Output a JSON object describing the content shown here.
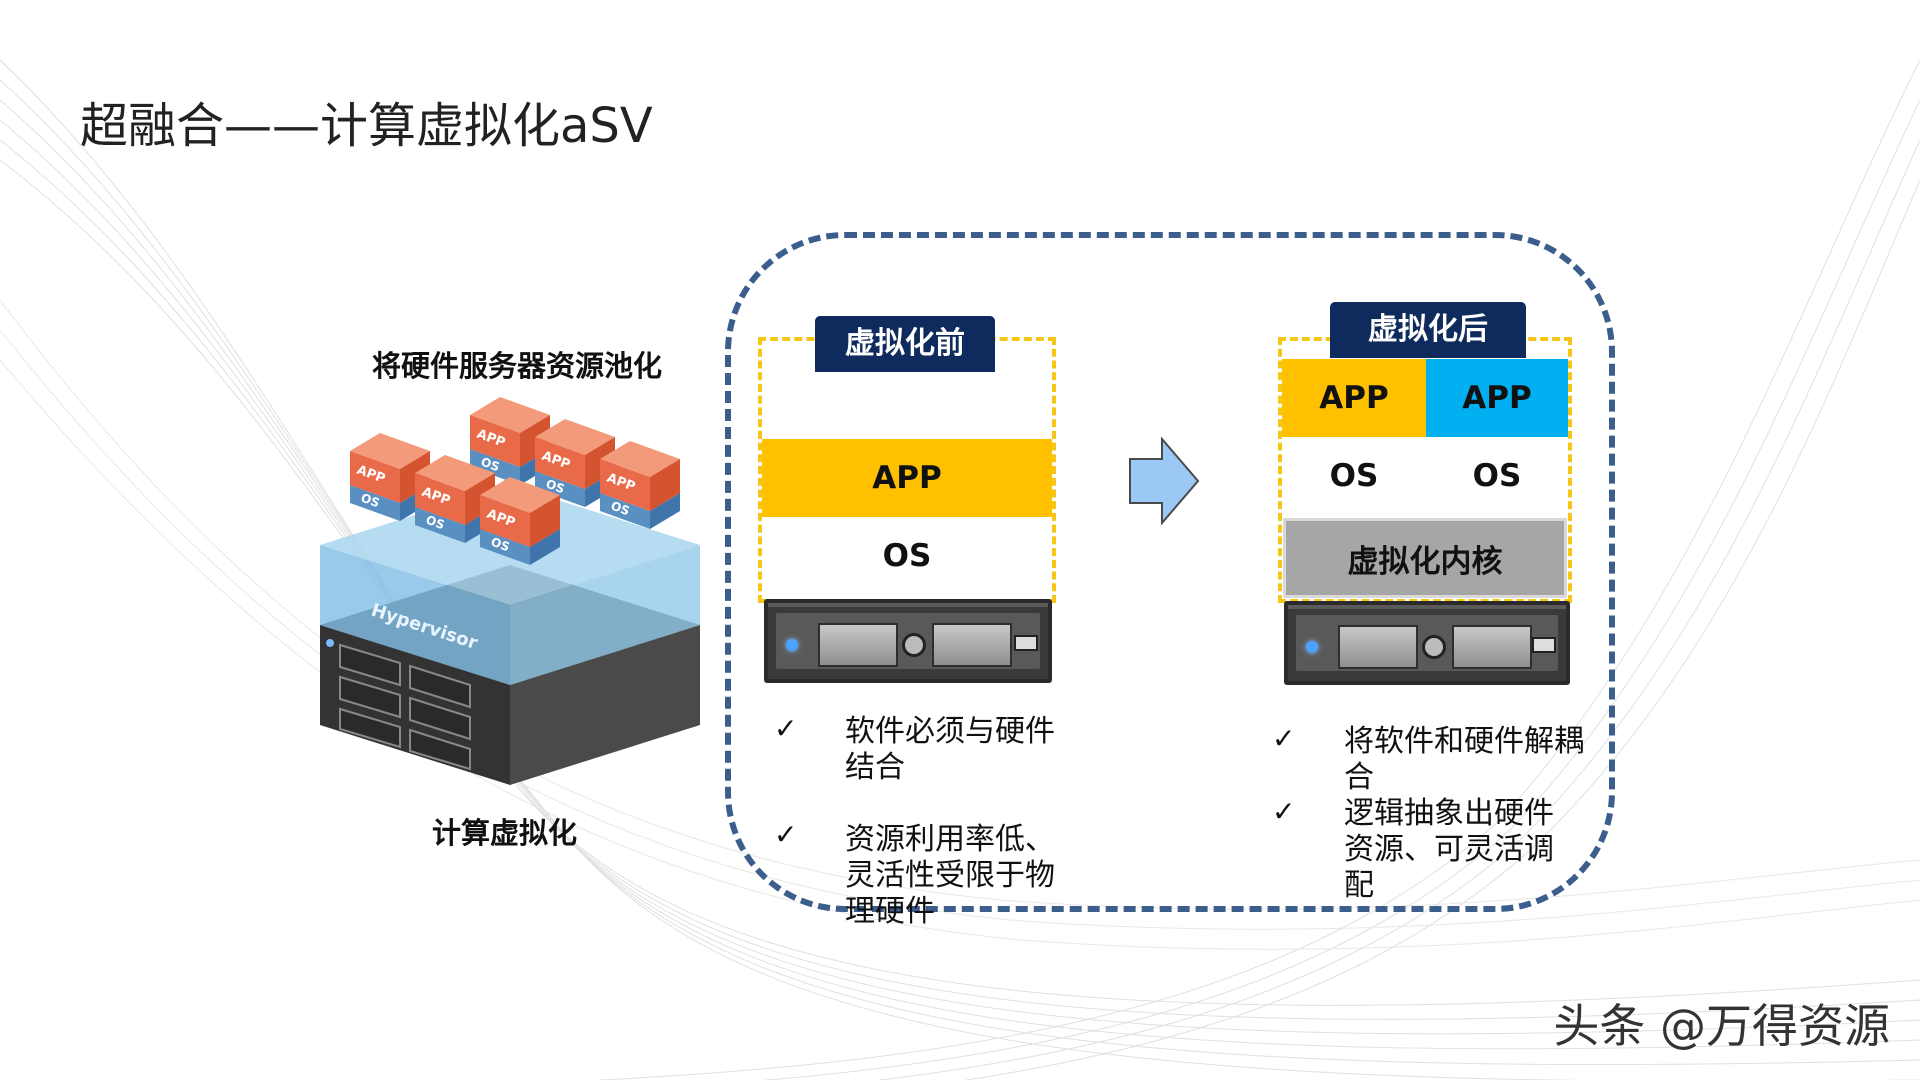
{
  "title": "超融合——计算虚拟化aSV",
  "left": {
    "pool_text": "将硬件服务器资源池化",
    "caption": "计算虚拟化",
    "cube_app": "APP",
    "cube_os": "OS",
    "hypervisor": "Hypervisor"
  },
  "before": {
    "tag": "虚拟化前",
    "app": "APP",
    "os": "OS",
    "bullets": [
      "软件必须与硬件结合",
      "资源利用率低、灵活性受限于物理硬件"
    ]
  },
  "after": {
    "tag": "虚拟化后",
    "app1": "APP",
    "app2": "APP",
    "os1": "OS",
    "os2": "OS",
    "kernel": "虚拟化内核",
    "bullets": [
      "将软件和硬件解耦合",
      "逻辑抽象出硬件资源、可灵活调配"
    ]
  },
  "check_mark": "✓",
  "watermark": "头条 @万得资源",
  "colors": {
    "navy": "#0f2a5c",
    "gold": "#ffc000",
    "cyan": "#00b0f0",
    "dash_blue": "#3b5e8c",
    "dash_yellow": "#f5c518",
    "arrow": "#9cc8f5"
  }
}
